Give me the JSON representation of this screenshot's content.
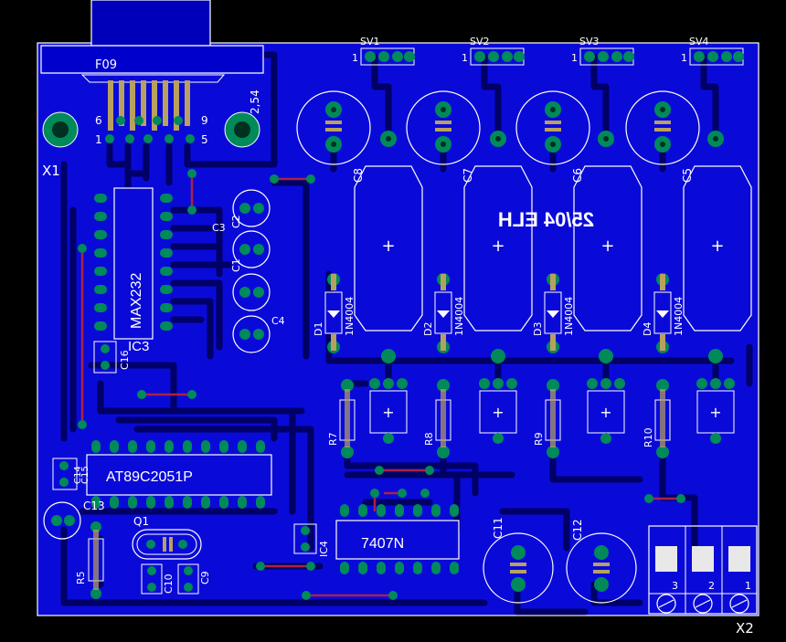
{
  "colors": {
    "background": "#000000",
    "board": "#0000cc",
    "board_fill": "#0a0ad8",
    "trace": "#000066",
    "pad": "#008a5a",
    "pad_hole": "#003020",
    "via_trace": "#aa2244",
    "silk": "#ffffff",
    "gold": "#b8a060"
  },
  "board": {
    "x1_label": "X1",
    "x2_label": "X2",
    "connector_label": "F09",
    "pitch_label": "2,54",
    "sub_pin_6": "6",
    "sub_pin_9": "9",
    "sub_pin_1": "1",
    "sub_pin_5": "5",
    "headers": [
      {
        "name": "SV1",
        "pin1": "1"
      },
      {
        "name": "SV2",
        "pin1": "1"
      },
      {
        "name": "SV3",
        "pin1": "1"
      },
      {
        "name": "SV4",
        "pin1": "1"
      }
    ],
    "caps_big": [
      "C8",
      "C7",
      "C6",
      "C5"
    ],
    "diodes": [
      {
        "ref": "D1",
        "part": "1N4004"
      },
      {
        "ref": "D2",
        "part": "1N4004"
      },
      {
        "ref": "D3",
        "part": "1N4004"
      },
      {
        "ref": "D4",
        "part": "1N4004"
      }
    ],
    "resistors": [
      "R7",
      "R8",
      "R9",
      "R10"
    ],
    "mirror_text": "25/04 ELH",
    "ic_max_part": "MAX232",
    "ic_max_ref": "IC3",
    "ic_mcu_part": "AT89C2051P",
    "ic_logic_part": "7407N",
    "small_caps": {
      "c3": "C3",
      "c2": "C2",
      "c1": "C1",
      "c4": "C4",
      "c16": "C16"
    },
    "c13": "C13",
    "c14": "C14",
    "c15": "C15",
    "c11": "C11",
    "c12": "C12",
    "q1": "Q1",
    "r5": "R5",
    "c10": "C10",
    "c9": "C9",
    "ic4_ref": "IC4",
    "terminal_pins": [
      "3",
      "2",
      "1"
    ]
  }
}
